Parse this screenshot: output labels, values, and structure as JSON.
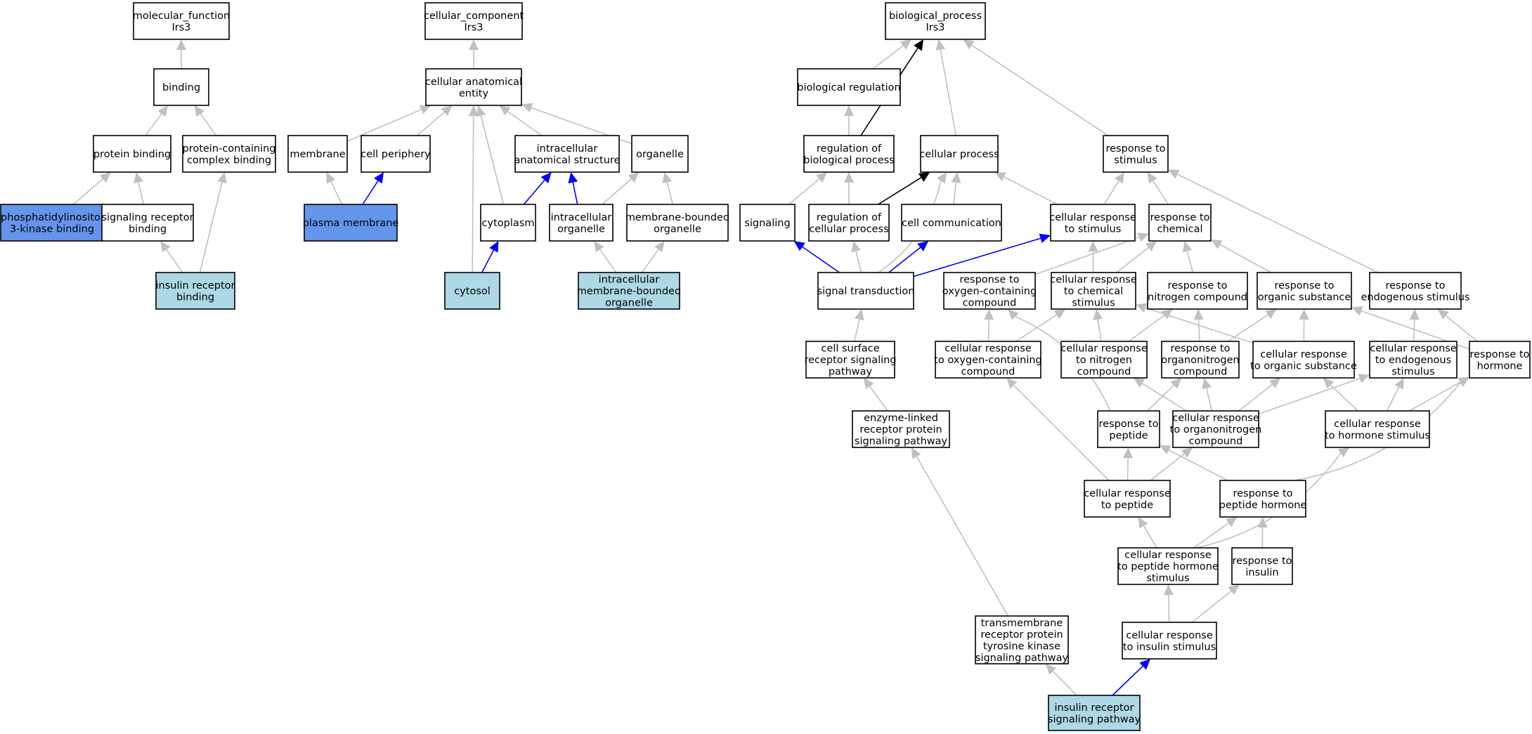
{
  "colors": {
    "node_fill": "#ffffff",
    "annotated_fill": "#6495ed",
    "term_fill": "#add8e6",
    "edge_grey": "#c0c0c0",
    "edge_blue": "#0000ff",
    "edge_black": "#000000"
  },
  "nodes": [
    {
      "id": "mf",
      "lines": [
        "molecular_function",
        "Irs3"
      ],
      "fill": "node_fill"
    },
    {
      "id": "binding",
      "lines": [
        "binding"
      ],
      "fill": "node_fill"
    },
    {
      "id": "protein_binding",
      "lines": [
        "protein binding"
      ],
      "fill": "node_fill"
    },
    {
      "id": "pcc_binding",
      "lines": [
        "protein-containing",
        "complex binding"
      ],
      "fill": "node_fill"
    },
    {
      "id": "pi3k_binding",
      "lines": [
        "phosphatidylinositol",
        "3-kinase binding"
      ],
      "fill": "annotated_fill"
    },
    {
      "id": "sr_binding",
      "lines": [
        "signaling receptor",
        "binding"
      ],
      "fill": "node_fill"
    },
    {
      "id": "ir_binding",
      "lines": [
        "insulin receptor",
        "binding"
      ],
      "fill": "term_fill"
    },
    {
      "id": "cc",
      "lines": [
        "cellular_component",
        "Irs3"
      ],
      "fill": "node_fill"
    },
    {
      "id": "cae",
      "lines": [
        "cellular anatomical",
        "entity"
      ],
      "fill": "node_fill"
    },
    {
      "id": "membrane",
      "lines": [
        "membrane"
      ],
      "fill": "node_fill"
    },
    {
      "id": "cell_periphery",
      "lines": [
        "cell periphery"
      ],
      "fill": "node_fill"
    },
    {
      "id": "ias",
      "lines": [
        "intracellular",
        "anatomical structure"
      ],
      "fill": "node_fill"
    },
    {
      "id": "organelle",
      "lines": [
        "organelle"
      ],
      "fill": "node_fill"
    },
    {
      "id": "plasma_membrane",
      "lines": [
        "plasma membrane"
      ],
      "fill": "annotated_fill"
    },
    {
      "id": "cytoplasm",
      "lines": [
        "cytoplasm"
      ],
      "fill": "node_fill"
    },
    {
      "id": "intra_organelle",
      "lines": [
        "intracellular",
        "organelle"
      ],
      "fill": "node_fill"
    },
    {
      "id": "mbo",
      "lines": [
        "membrane-bounded",
        "organelle"
      ],
      "fill": "node_fill"
    },
    {
      "id": "cytosol",
      "lines": [
        "cytosol"
      ],
      "fill": "term_fill"
    },
    {
      "id": "imbo",
      "lines": [
        "intracellular",
        "membrane-bounded",
        "organelle"
      ],
      "fill": "term_fill"
    },
    {
      "id": "bp",
      "lines": [
        "biological_process",
        "Irs3"
      ],
      "fill": "node_fill"
    },
    {
      "id": "bio_reg",
      "lines": [
        "biological regulation"
      ],
      "fill": "node_fill"
    },
    {
      "id": "reg_bp",
      "lines": [
        "regulation of",
        "biological process"
      ],
      "fill": "node_fill"
    },
    {
      "id": "cell_proc",
      "lines": [
        "cellular process"
      ],
      "fill": "node_fill"
    },
    {
      "id": "resp_stim",
      "lines": [
        "response to",
        "stimulus"
      ],
      "fill": "node_fill"
    },
    {
      "id": "signaling",
      "lines": [
        "signaling"
      ],
      "fill": "node_fill"
    },
    {
      "id": "reg_cp",
      "lines": [
        "regulation of",
        "cellular process"
      ],
      "fill": "node_fill"
    },
    {
      "id": "cell_comm",
      "lines": [
        "cell communication"
      ],
      "fill": "node_fill"
    },
    {
      "id": "cr_stim",
      "lines": [
        "cellular response",
        "to stimulus"
      ],
      "fill": "node_fill"
    },
    {
      "id": "resp_chem",
      "lines": [
        "response to",
        "chemical"
      ],
      "fill": "node_fill"
    },
    {
      "id": "sig_trans",
      "lines": [
        "signal transduction"
      ],
      "fill": "node_fill"
    },
    {
      "id": "resp_occ",
      "lines": [
        "response to",
        "oxygen-containing",
        "compound"
      ],
      "fill": "node_fill"
    },
    {
      "id": "cr_chem",
      "lines": [
        "cellular response",
        "to chemical",
        "stimulus"
      ],
      "fill": "node_fill"
    },
    {
      "id": "resp_nc",
      "lines": [
        "response to",
        "nitrogen compound"
      ],
      "fill": "node_fill"
    },
    {
      "id": "resp_os",
      "lines": [
        "response to",
        "organic substance"
      ],
      "fill": "node_fill"
    },
    {
      "id": "resp_es",
      "lines": [
        "response to",
        "endogenous stimulus"
      ],
      "fill": "node_fill"
    },
    {
      "id": "csrsp",
      "lines": [
        "cell surface",
        "receptor signaling",
        "pathway"
      ],
      "fill": "node_fill"
    },
    {
      "id": "cr_occ",
      "lines": [
        "cellular response",
        "to oxygen-containing",
        "compound"
      ],
      "fill": "node_fill"
    },
    {
      "id": "cr_nc",
      "lines": [
        "cellular response",
        "to nitrogen",
        "compound"
      ],
      "fill": "node_fill"
    },
    {
      "id": "resp_onc",
      "lines": [
        "response to",
        "organonitrogen",
        "compound"
      ],
      "fill": "node_fill"
    },
    {
      "id": "cr_os",
      "lines": [
        "cellular response",
        "to organic substance"
      ],
      "fill": "node_fill"
    },
    {
      "id": "cr_es",
      "lines": [
        "cellular response",
        "to endogenous",
        "stimulus"
      ],
      "fill": "node_fill"
    },
    {
      "id": "resp_hormone",
      "lines": [
        "response to",
        "hormone"
      ],
      "fill": "node_fill"
    },
    {
      "id": "elrpsp",
      "lines": [
        "enzyme-linked",
        "receptor protein",
        "signaling pathway"
      ],
      "fill": "node_fill"
    },
    {
      "id": "resp_peptide",
      "lines": [
        "response to",
        "peptide"
      ],
      "fill": "node_fill"
    },
    {
      "id": "cr_onc",
      "lines": [
        "cellular response",
        "to organonitrogen",
        "compound"
      ],
      "fill": "node_fill"
    },
    {
      "id": "cr_hs",
      "lines": [
        "cellular response",
        "to hormone stimulus"
      ],
      "fill": "node_fill"
    },
    {
      "id": "cr_peptide",
      "lines": [
        "cellular response",
        "to peptide"
      ],
      "fill": "node_fill"
    },
    {
      "id": "resp_ph",
      "lines": [
        "response to",
        "peptide hormone"
      ],
      "fill": "node_fill"
    },
    {
      "id": "cr_phs",
      "lines": [
        "cellular response",
        "to peptide hormone",
        "stimulus"
      ],
      "fill": "node_fill"
    },
    {
      "id": "resp_insulin",
      "lines": [
        "response to",
        "insulin"
      ],
      "fill": "node_fill"
    },
    {
      "id": "tmrptksp",
      "lines": [
        "transmembrane",
        "receptor protein",
        "tyrosine kinase",
        "signaling pathway"
      ],
      "fill": "node_fill"
    },
    {
      "id": "cr_is",
      "lines": [
        "cellular response",
        "to insulin stimulus"
      ],
      "fill": "node_fill"
    },
    {
      "id": "irsp",
      "lines": [
        "insulin receptor",
        "signaling pathway"
      ],
      "fill": "term_fill"
    }
  ],
  "edges": [
    {
      "from": "binding",
      "to": "mf",
      "color": "edge_grey"
    },
    {
      "from": "protein_binding",
      "to": "binding",
      "color": "edge_grey"
    },
    {
      "from": "pcc_binding",
      "to": "binding",
      "color": "edge_grey"
    },
    {
      "from": "pi3k_binding",
      "to": "protein_binding",
      "color": "edge_grey"
    },
    {
      "from": "sr_binding",
      "to": "protein_binding",
      "color": "edge_grey"
    },
    {
      "from": "ir_binding",
      "to": "sr_binding",
      "color": "edge_grey"
    },
    {
      "from": "ir_binding",
      "to": "pcc_binding",
      "color": "edge_grey"
    },
    {
      "from": "cae",
      "to": "cc",
      "color": "edge_grey"
    },
    {
      "from": "membrane",
      "to": "cae",
      "color": "edge_grey"
    },
    {
      "from": "cell_periphery",
      "to": "cae",
      "color": "edge_grey"
    },
    {
      "from": "ias",
      "to": "cae",
      "color": "edge_grey"
    },
    {
      "from": "organelle",
      "to": "cae",
      "color": "edge_grey"
    },
    {
      "from": "cytoplasm",
      "to": "cae",
      "color": "edge_grey"
    },
    {
      "from": "cytosol",
      "to": "cae",
      "color": "edge_grey"
    },
    {
      "from": "plasma_membrane",
      "to": "membrane",
      "color": "edge_grey"
    },
    {
      "from": "plasma_membrane",
      "to": "cell_periphery",
      "color": "edge_blue"
    },
    {
      "from": "cytoplasm",
      "to": "ias",
      "color": "edge_blue"
    },
    {
      "from": "intra_organelle",
      "to": "ias",
      "color": "edge_blue"
    },
    {
      "from": "intra_organelle",
      "to": "organelle",
      "color": "edge_grey"
    },
    {
      "from": "mbo",
      "to": "organelle",
      "color": "edge_grey"
    },
    {
      "from": "cytosol",
      "to": "cytoplasm",
      "color": "edge_blue"
    },
    {
      "from": "imbo",
      "to": "intra_organelle",
      "color": "edge_grey"
    },
    {
      "from": "imbo",
      "to": "mbo",
      "color": "edge_grey"
    },
    {
      "from": "bio_reg",
      "to": "bp",
      "color": "edge_grey"
    },
    {
      "from": "reg_bp",
      "to": "bp",
      "color": "edge_black"
    },
    {
      "from": "cell_proc",
      "to": "bp",
      "color": "edge_grey"
    },
    {
      "from": "resp_stim",
      "to": "bp",
      "color": "edge_grey"
    },
    {
      "from": "reg_bp",
      "to": "bio_reg",
      "color": "edge_grey"
    },
    {
      "from": "signaling",
      "to": "reg_bp",
      "color": "edge_grey"
    },
    {
      "from": "reg_cp",
      "to": "reg_bp",
      "color": "edge_grey"
    },
    {
      "from": "reg_cp",
      "to": "cell_proc",
      "color": "edge_black"
    },
    {
      "from": "cell_comm",
      "to": "cell_proc",
      "color": "edge_grey"
    },
    {
      "from": "cr_stim",
      "to": "cell_proc",
      "color": "edge_grey"
    },
    {
      "from": "sig_trans",
      "to": "cell_proc",
      "color": "edge_grey",
      "curve": true
    },
    {
      "from": "cr_stim",
      "to": "resp_stim",
      "color": "edge_grey"
    },
    {
      "from": "resp_chem",
      "to": "resp_stim",
      "color": "edge_grey"
    },
    {
      "from": "resp_es",
      "to": "resp_stim",
      "color": "edge_grey"
    },
    {
      "from": "sig_trans",
      "to": "signaling",
      "color": "edge_blue"
    },
    {
      "from": "sig_trans",
      "to": "reg_cp",
      "color": "edge_grey"
    },
    {
      "from": "sig_trans",
      "to": "cell_comm",
      "color": "edge_blue"
    },
    {
      "from": "sig_trans",
      "to": "cr_stim",
      "color": "edge_blue"
    },
    {
      "from": "cr_chem",
      "to": "cr_stim",
      "color": "edge_grey"
    },
    {
      "from": "cr_chem",
      "to": "resp_chem",
      "color": "edge_grey"
    },
    {
      "from": "resp_occ",
      "to": "resp_chem",
      "color": "edge_grey"
    },
    {
      "from": "resp_nc",
      "to": "resp_chem",
      "color": "edge_grey"
    },
    {
      "from": "resp_os",
      "to": "resp_chem",
      "color": "edge_grey"
    },
    {
      "from": "csrsp",
      "to": "sig_trans",
      "color": "edge_grey"
    },
    {
      "from": "cr_occ",
      "to": "resp_occ",
      "color": "edge_grey"
    },
    {
      "from": "cr_occ",
      "to": "cr_chem",
      "color": "edge_grey"
    },
    {
      "from": "cr_nc",
      "to": "cr_chem",
      "color": "edge_grey"
    },
    {
      "from": "cr_os",
      "to": "cr_chem",
      "color": "edge_grey"
    },
    {
      "from": "cr_nc",
      "to": "resp_nc",
      "color": "edge_grey"
    },
    {
      "from": "resp_onc",
      "to": "resp_nc",
      "color": "edge_grey"
    },
    {
      "from": "resp_onc",
      "to": "resp_os",
      "color": "edge_grey"
    },
    {
      "from": "cr_os",
      "to": "resp_os",
      "color": "edge_grey"
    },
    {
      "from": "resp_hormone",
      "to": "resp_os",
      "color": "edge_grey"
    },
    {
      "from": "cr_es",
      "to": "resp_es",
      "color": "edge_grey"
    },
    {
      "from": "resp_hormone",
      "to": "resp_es",
      "color": "edge_grey"
    },
    {
      "from": "elrpsp",
      "to": "csrsp",
      "color": "edge_grey"
    },
    {
      "from": "cr_peptide",
      "to": "cr_occ",
      "color": "edge_grey"
    },
    {
      "from": "resp_peptide",
      "to": "resp_occ",
      "color": "edge_grey",
      "curve": true
    },
    {
      "from": "resp_peptide",
      "to": "resp_onc",
      "color": "edge_grey"
    },
    {
      "from": "cr_onc",
      "to": "cr_nc",
      "color": "edge_grey"
    },
    {
      "from": "cr_onc",
      "to": "resp_onc",
      "color": "edge_grey"
    },
    {
      "from": "cr_onc",
      "to": "cr_os",
      "color": "edge_grey"
    },
    {
      "from": "cr_onc",
      "to": "cr_es",
      "color": "edge_grey"
    },
    {
      "from": "cr_hs",
      "to": "cr_os",
      "color": "edge_grey"
    },
    {
      "from": "cr_hs",
      "to": "cr_es",
      "color": "edge_grey"
    },
    {
      "from": "cr_hs",
      "to": "resp_hormone",
      "color": "edge_grey"
    },
    {
      "from": "cr_peptide",
      "to": "resp_peptide",
      "color": "edge_grey"
    },
    {
      "from": "cr_peptide",
      "to": "cr_onc",
      "color": "edge_grey"
    },
    {
      "from": "resp_ph",
      "to": "resp_peptide",
      "color": "edge_grey"
    },
    {
      "from": "resp_ph",
      "to": "resp_hormone",
      "color": "edge_grey",
      "curve": true
    },
    {
      "from": "tmrptksp",
      "to": "elrpsp",
      "color": "edge_grey"
    },
    {
      "from": "cr_phs",
      "to": "cr_peptide",
      "color": "edge_grey"
    },
    {
      "from": "cr_phs",
      "to": "resp_ph",
      "color": "edge_grey"
    },
    {
      "from": "cr_phs",
      "to": "cr_hs",
      "color": "edge_grey",
      "curve": true
    },
    {
      "from": "resp_insulin",
      "to": "resp_ph",
      "color": "edge_grey"
    },
    {
      "from": "cr_is",
      "to": "cr_phs",
      "color": "edge_grey"
    },
    {
      "from": "cr_is",
      "to": "resp_insulin",
      "color": "edge_grey"
    },
    {
      "from": "irsp",
      "to": "tmrptksp",
      "color": "edge_grey"
    },
    {
      "from": "irsp",
      "to": "cr_is",
      "color": "edge_blue"
    }
  ]
}
